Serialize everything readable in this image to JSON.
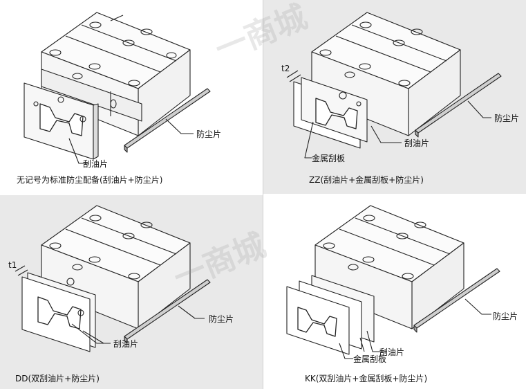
{
  "watermark": "一商城",
  "panels": {
    "tl": {
      "caption": "无记号为标准防尘配备(刮油片+防尘片)",
      "label_scraper": "刮油片",
      "label_strip": "防尘片"
    },
    "tr": {
      "caption": "ZZ(刮油片+金属刮板+防尘片)",
      "label_t": "t2",
      "label_scraper": "刮油片",
      "label_metal": "金属刮板",
      "label_strip": "防尘片"
    },
    "bl": {
      "caption": "DD(双刮油片+防尘片)",
      "label_t": "t1",
      "label_scraper": "刮油片",
      "label_strip": "防尘片"
    },
    "br": {
      "caption": "KK(双刮油片+金属刮板+防尘片)",
      "label_scraper": "刮油片",
      "label_metal": "金属刮板",
      "label_strip": "防尘片"
    }
  },
  "colors": {
    "line": "#222222",
    "panel_gray": "#e9e9e9",
    "panel_white": "#ffffff"
  }
}
